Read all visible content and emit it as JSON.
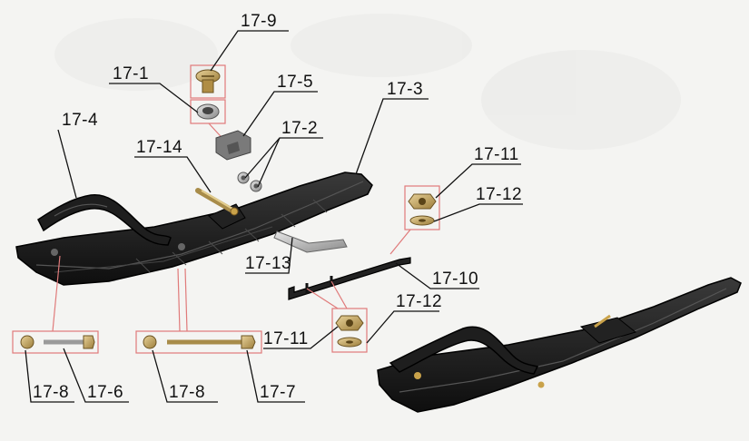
{
  "diagram": {
    "accent_color": "#e07a7a",
    "ski_color": "#1c1c1c",
    "labels": {
      "p17_9": "17-9",
      "p17_1": "17-1",
      "p17_5": "17-5",
      "p17_3": "17-3",
      "p17_4": "17-4",
      "p17_2": "17-2",
      "p17_14": "17-14",
      "p17_11_top": "17-11",
      "p17_12_top": "17-12",
      "p17_13": "17-13",
      "p17_10": "17-10",
      "p17_12_bottom": "17-12",
      "p17_11_bottom": "17-11",
      "p17_8_left": "17-8",
      "p17_6": "17-6",
      "p17_8_right": "17-8",
      "p17_7": "17-7"
    }
  }
}
